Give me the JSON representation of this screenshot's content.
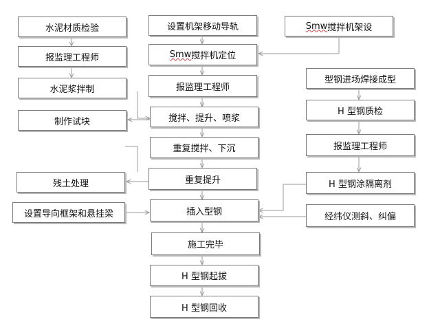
{
  "diagram": {
    "left_column": [
      {
        "id": "L1",
        "label": "水泥材质检验"
      },
      {
        "id": "L2",
        "label": "报监理工程师"
      },
      {
        "id": "L3",
        "label": "水泥浆拌制"
      },
      {
        "id": "L4",
        "label": "制作试块"
      },
      {
        "id": "L5",
        "label": "残土处理"
      },
      {
        "id": "L6",
        "label": "设置导向框架和悬挂梁"
      }
    ],
    "center_column": [
      {
        "id": "C1",
        "label": "设置机架移动导轨"
      },
      {
        "id": "C2",
        "prefix": "Smw",
        "label": " 搅拌机定位"
      },
      {
        "id": "C3",
        "label": "报监理工程师"
      },
      {
        "id": "C4",
        "label": "搅拌、提升、喷浆"
      },
      {
        "id": "C5",
        "label": "重复搅拌、下沉"
      },
      {
        "id": "C6",
        "label": "重复提升"
      },
      {
        "id": "C7",
        "label": "插入型钢"
      },
      {
        "id": "C8",
        "label": "施工完毕"
      },
      {
        "id": "C9",
        "label": "H 型钢起拔"
      },
      {
        "id": "C10",
        "label": "H 型钢回收"
      }
    ],
    "right_column": [
      {
        "id": "R1",
        "prefix": "Smw",
        "label": " 搅拌机架设"
      },
      {
        "id": "R2",
        "label": "型钢进场焊接成型"
      },
      {
        "id": "R3",
        "label": "H 型钢质检"
      },
      {
        "id": "R4",
        "label": "报监理工程师"
      },
      {
        "id": "R5",
        "label": "H 型钢涂隔离剂"
      },
      {
        "id": "R6",
        "label": "经纬仪测斜、纠偏"
      }
    ],
    "colors": {
      "border": "#7a7a7a",
      "shadow": "#b8b8b8",
      "arrow": "#9a9a9a"
    }
  }
}
